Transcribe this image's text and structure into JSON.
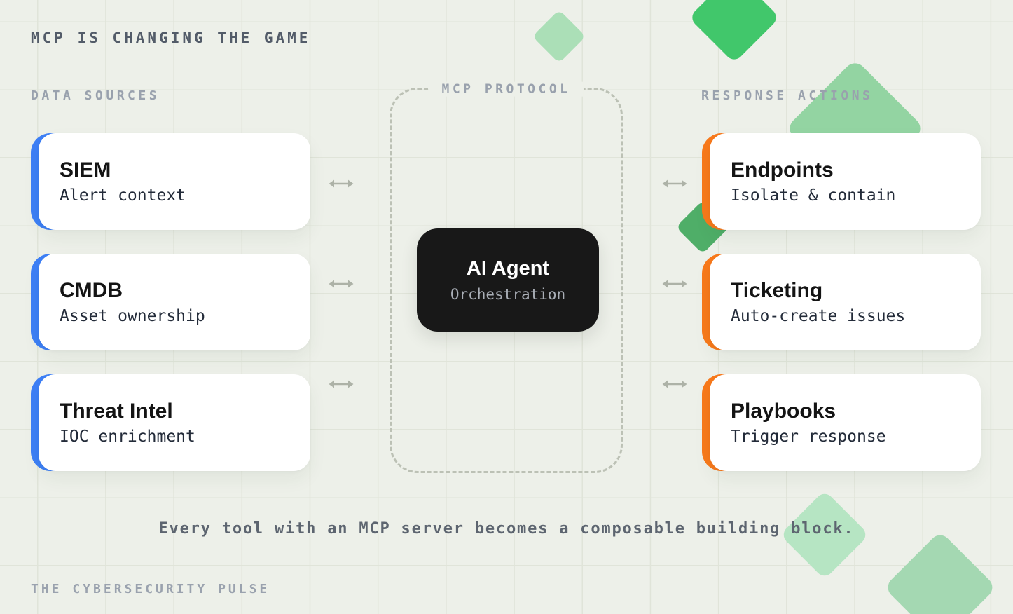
{
  "header": {
    "title": "MCP IS CHANGING THE GAME"
  },
  "left_column": {
    "heading": "DATA SOURCES",
    "cards": [
      {
        "title": "SIEM",
        "subtitle": "Alert context"
      },
      {
        "title": "CMDB",
        "subtitle": "Asset ownership"
      },
      {
        "title": "Threat Intel",
        "subtitle": "IOC enrichment"
      }
    ]
  },
  "center": {
    "protocol_label": "MCP PROTOCOL",
    "agent_title": "AI Agent",
    "agent_subtitle": "Orchestration"
  },
  "right_column": {
    "heading": "RESPONSE ACTIONS",
    "cards": [
      {
        "title": "Endpoints",
        "subtitle": "Isolate & contain"
      },
      {
        "title": "Ticketing",
        "subtitle": "Auto-create issues"
      },
      {
        "title": "Playbooks",
        "subtitle": "Trigger response"
      }
    ]
  },
  "footer": {
    "tagline": "Every tool with an MCP server becomes a composable building block.",
    "brand": "THE CYBERSECURITY PULSE"
  },
  "colors": {
    "background": "#EDF0E9",
    "grid_line": "#E0E4D9",
    "data_source_accent": "#3D7FF6",
    "response_action_accent": "#F8791B",
    "agent_background": "#181818",
    "green_dark": "#41C76B",
    "green_medium": "#93D4A2",
    "green_light": "#ABDFB7",
    "arrow": "#ADB2A7"
  }
}
